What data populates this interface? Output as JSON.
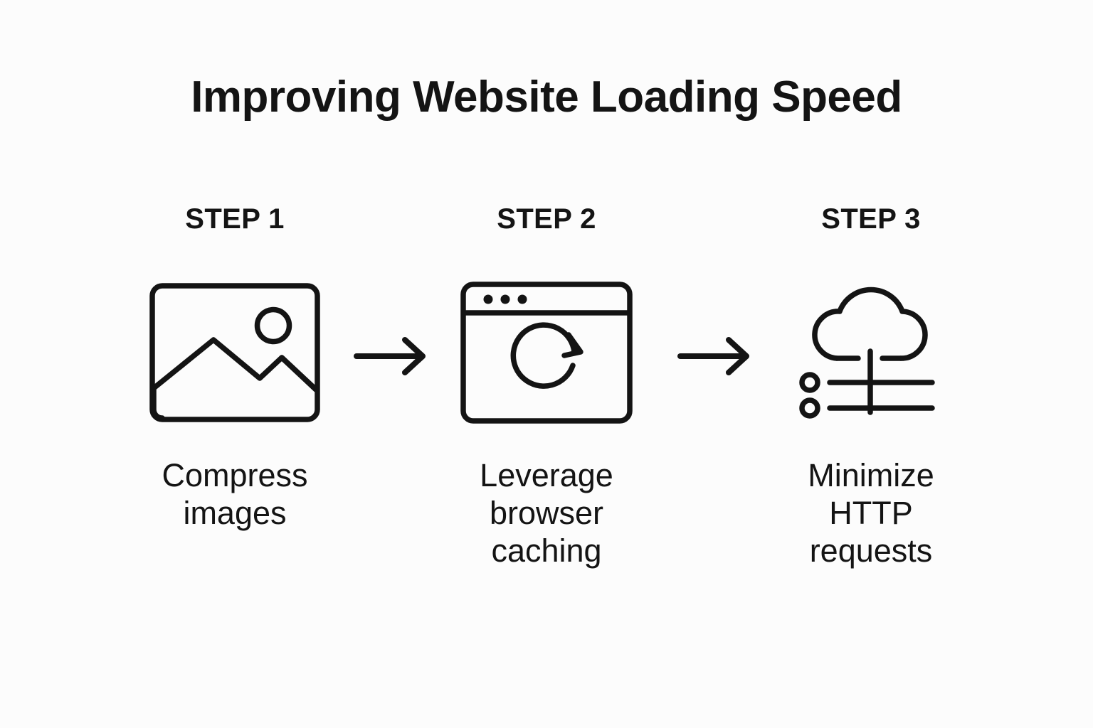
{
  "page": {
    "title": "Improving Website Loading Speed",
    "background_color": "#fcfcfc",
    "ink_color": "#141414"
  },
  "steps": [
    {
      "label": "STEP 1",
      "icon": "image-picture-icon",
      "caption": "Compress\nimages"
    },
    {
      "label": "STEP 2",
      "icon": "browser-refresh-icon",
      "caption": "Leverage\nbrowser\ncaching"
    },
    {
      "label": "STEP 3",
      "icon": "cloud-network-icon",
      "caption": "Minimize\nHTTP\nrequests"
    }
  ],
  "connectors": [
    {
      "name": "arrow-right-icon"
    },
    {
      "name": "arrow-right-icon"
    }
  ]
}
